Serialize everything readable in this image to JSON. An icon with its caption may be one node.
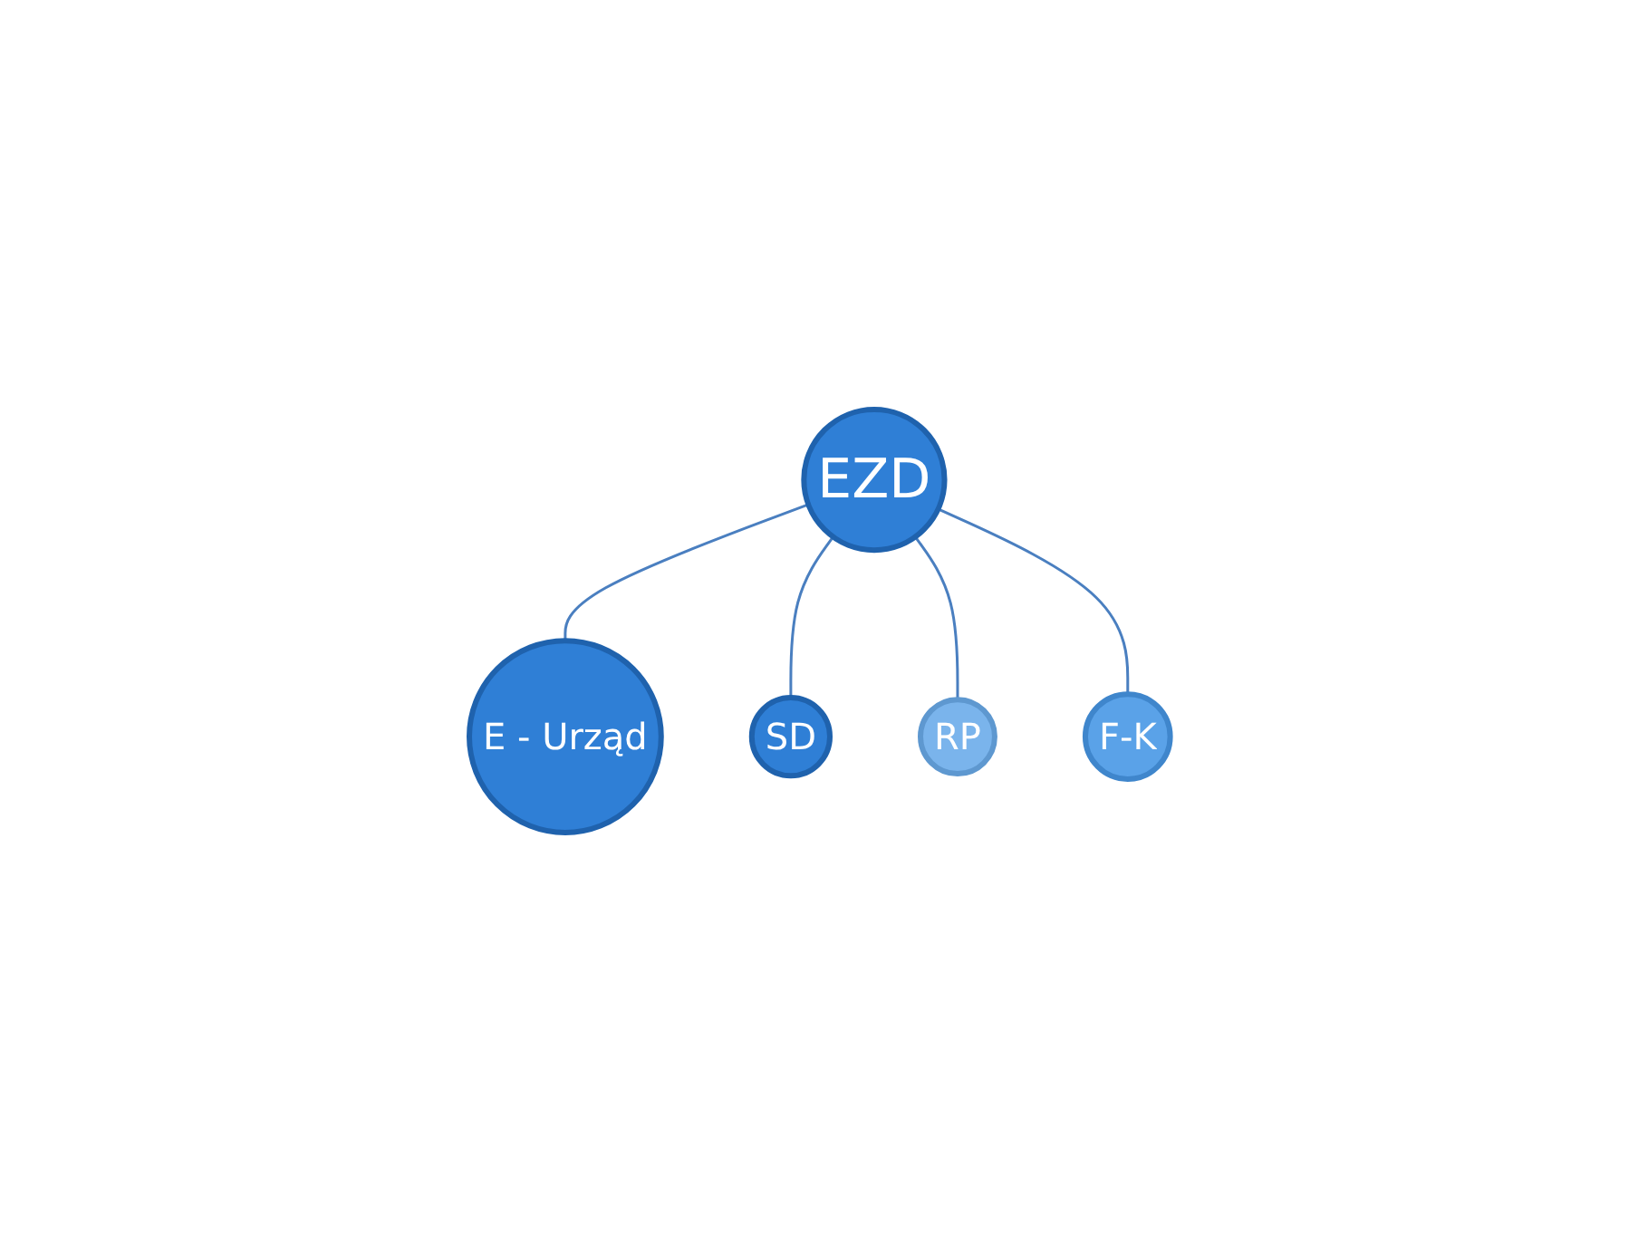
{
  "diagram": {
    "nodes": [
      {
        "text": [
          "E - Urząd"
        ]
      },
      {
        "text": [
          "SD"
        ]
      },
      {
        "text": [
          "EZD"
        ]
      },
      {
        "text": [
          "RP"
        ]
      },
      {
        "text": [
          "F-K"
        ]
      }
    ],
    "edges": [
      {
        "from": 2,
        "to": 0,
        "arrow": "none"
      },
      {
        "from": 2,
        "to": 1,
        "arrow": "none"
      },
      {
        "from": 2,
        "to": 3,
        "arrow": "none"
      },
      {
        "from": 2,
        "to": 4,
        "arrow": "none"
      }
    ]
  }
}
